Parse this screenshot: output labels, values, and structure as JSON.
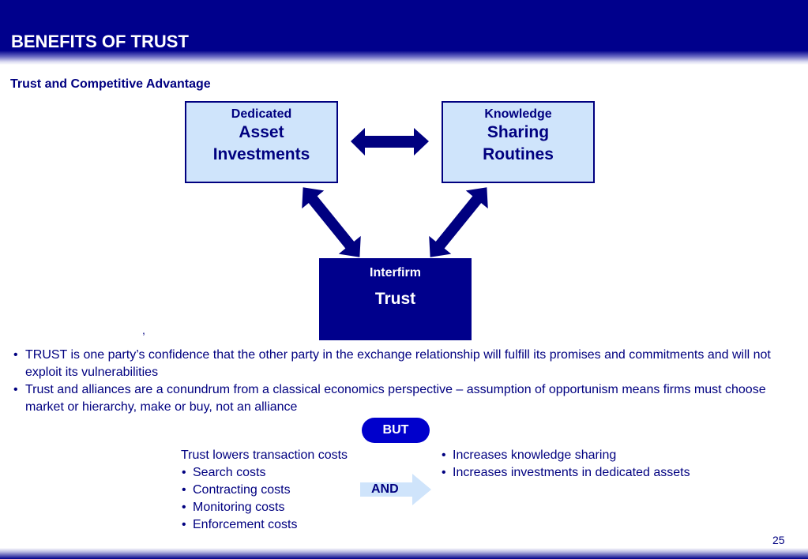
{
  "header": {
    "title": "BENEFITS OF TRUST"
  },
  "subtitle": "Trust and Competitive Advantage",
  "diagram": {
    "dedicated": {
      "small": "Dedicated",
      "line1": "Asset",
      "line2": "Investments"
    },
    "knowledge": {
      "small": "Knowledge",
      "line1": "Sharing",
      "line2": "Routines"
    },
    "trust": {
      "small": "Interfirm",
      "big": "Trust"
    }
  },
  "stray_mark": ",",
  "bullets": [
    "TRUST is one party’s confidence that the other party in the exchange relationship will fulfill its promises and commitments and will not exploit its vulnerabilities",
    "Trust and alliances are a conundrum from a classical economics perspective – assumption of opportunism means firms must choose market or hierarchy, make or buy, not an alliance"
  ],
  "but_label": "BUT",
  "lower_left": {
    "heading": "Trust lowers transaction costs",
    "items": [
      "Search costs",
      "Contracting costs",
      "Monitoring costs",
      "Enforcement costs"
    ]
  },
  "and_label": "AND",
  "lower_right": {
    "items": [
      "Increases knowledge sharing",
      "Increases investments in dedicated assets"
    ]
  },
  "page_number": "25",
  "colors": {
    "navy": "#00008c",
    "box_fill": "#cfe4fb",
    "but_fill": "#0000cc",
    "and_arrow": "#cfe4fb"
  }
}
